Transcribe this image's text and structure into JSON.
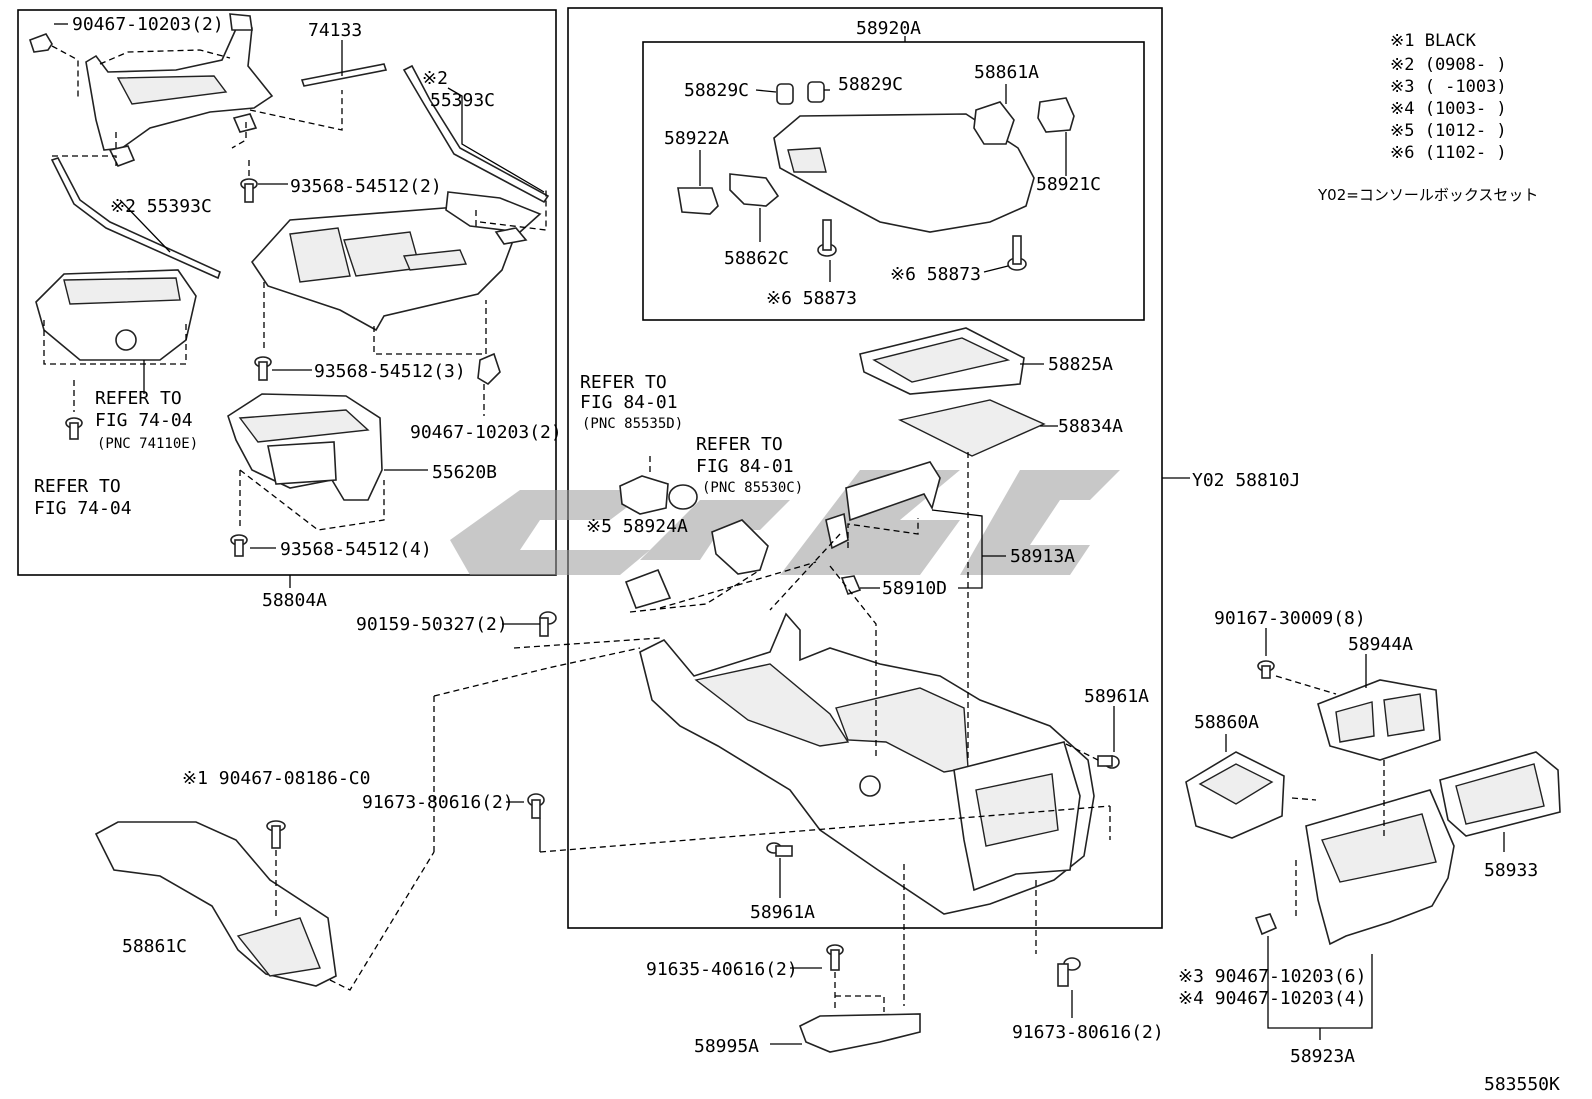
{
  "legend": {
    "lines": [
      "※1 BLACK",
      "※2 (0908-    )",
      "※3 (    -1003)",
      "※4 (1003-    )",
      "※5 (1012-    )",
      "※6 (1102-    )"
    ],
    "set_note": "Y02=コンソールボックスセット"
  },
  "labels": {
    "p_90467_10203_2": "90467-10203(2)",
    "p_74133": "74133",
    "p_55393c_top_flag": "※2",
    "p_55393c_top": "55393C",
    "p_55393c_left": "※2 55393C",
    "p_93568_54512_2": "93568-54512(2)",
    "p_93568_54512_3": "93568-54512(3)",
    "p_93568_54512_4": "93568-54512(4)",
    "ref_74_04_a1": "REFER TO",
    "ref_74_04_a2": "FIG 74-04",
    "ref_74_04_a3": "(PNC 74110E)",
    "ref_74_04_b1": "REFER TO",
    "ref_74_04_b2": "FIG 74-04",
    "p_90467_10203_2b": "90467-10203(2)",
    "p_55620b": "55620B",
    "p_58804a": "58804A",
    "p_58920a": "58920A",
    "p_58829c_a": "58829C",
    "p_58829c_b": "58829C",
    "p_58861a": "58861A",
    "p_58922a": "58922A",
    "p_58921c": "58921C",
    "p_58862c": "58862C",
    "p_58873_a": "※6 58873",
    "p_58873_b": "※6 58873",
    "p_58825a": "58825A",
    "p_58834a": "58834A",
    "ref_84_01_a1": "REFER TO",
    "ref_84_01_a2": "FIG 84-01",
    "ref_84_01_a3": "(PNC 85535D)",
    "ref_84_01_b1": "REFER TO",
    "ref_84_01_b2": "FIG 84-01",
    "ref_84_01_b3": "(PNC 85530C)",
    "p_y02_58810j": "Y02 58810J",
    "p_58924a": "※5 58924A",
    "p_58913a": "58913A",
    "p_58910d": "58910D",
    "p_90159_50327_2": "90159-50327(2)",
    "p_58961a_a": "58961A",
    "p_58961a_b": "58961A",
    "p_90467_08186_c0": "※1 90467-08186-C0",
    "p_91673_80616_2a": "91673-80616(2)",
    "p_91673_80616_2b": "91673-80616(2)",
    "p_58861c": "58861C",
    "p_91635_40616_2": "91635-40616(2)",
    "p_58995a": "58995A",
    "p_90167_30009_8": "90167-30009(8)",
    "p_58944a": "58944A",
    "p_58860a": "58860A",
    "p_58933": "58933",
    "p_90467_10203_6": "※3 90467-10203(6)",
    "p_90467_10203_4": "※4 90467-10203(4)",
    "p_58923a": "58923A",
    "fig_code": "583550K"
  }
}
